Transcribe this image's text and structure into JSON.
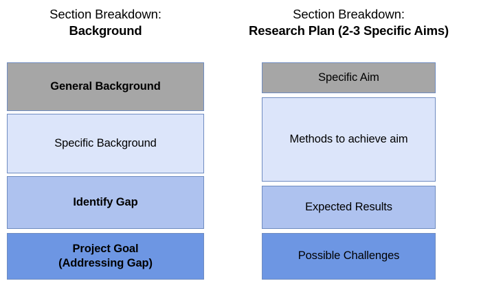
{
  "columns": [
    {
      "id": "background",
      "title_line1": "Section Breakdown:",
      "title_line2": "Background",
      "boxes": [
        {
          "label": "General Background",
          "sublabel": "",
          "fill": "#A6A6A6",
          "emphasis": "bold"
        },
        {
          "label": "Specific Background",
          "sublabel": "",
          "fill": "#DCE5FA",
          "emphasis": "normal"
        },
        {
          "label": "Identify Gap",
          "sublabel": "",
          "fill": "#AEC2EF",
          "emphasis": "bold"
        },
        {
          "label": "Project Goal",
          "sublabel": "(Addressing Gap)",
          "fill": "#6D96E3",
          "emphasis": "bold"
        }
      ]
    },
    {
      "id": "research-plan",
      "title_line1": "Section Breakdown:",
      "title_line2": "Research Plan (2-3 Specific Aims)",
      "boxes": [
        {
          "label": "Specific Aim",
          "sublabel": "",
          "fill": "#A6A6A6",
          "emphasis": "normal"
        },
        {
          "label": "Methods to achieve aim",
          "sublabel": "",
          "fill": "#DCE5FA",
          "emphasis": "normal"
        },
        {
          "label": "Expected Results",
          "sublabel": "",
          "fill": "#AEC2EF",
          "emphasis": "normal"
        },
        {
          "label": "Possible Challenges",
          "sublabel": "",
          "fill": "#6D96E3",
          "emphasis": "normal"
        }
      ]
    }
  ],
  "colors": {
    "background": "#FFFFFF",
    "box_border": "#6E8BC0",
    "gray": "#A6A6A6",
    "blue_light": "#DCE5FA",
    "blue_mid": "#AEC2EF",
    "blue_dark": "#6D96E3",
    "text": "#000000"
  }
}
